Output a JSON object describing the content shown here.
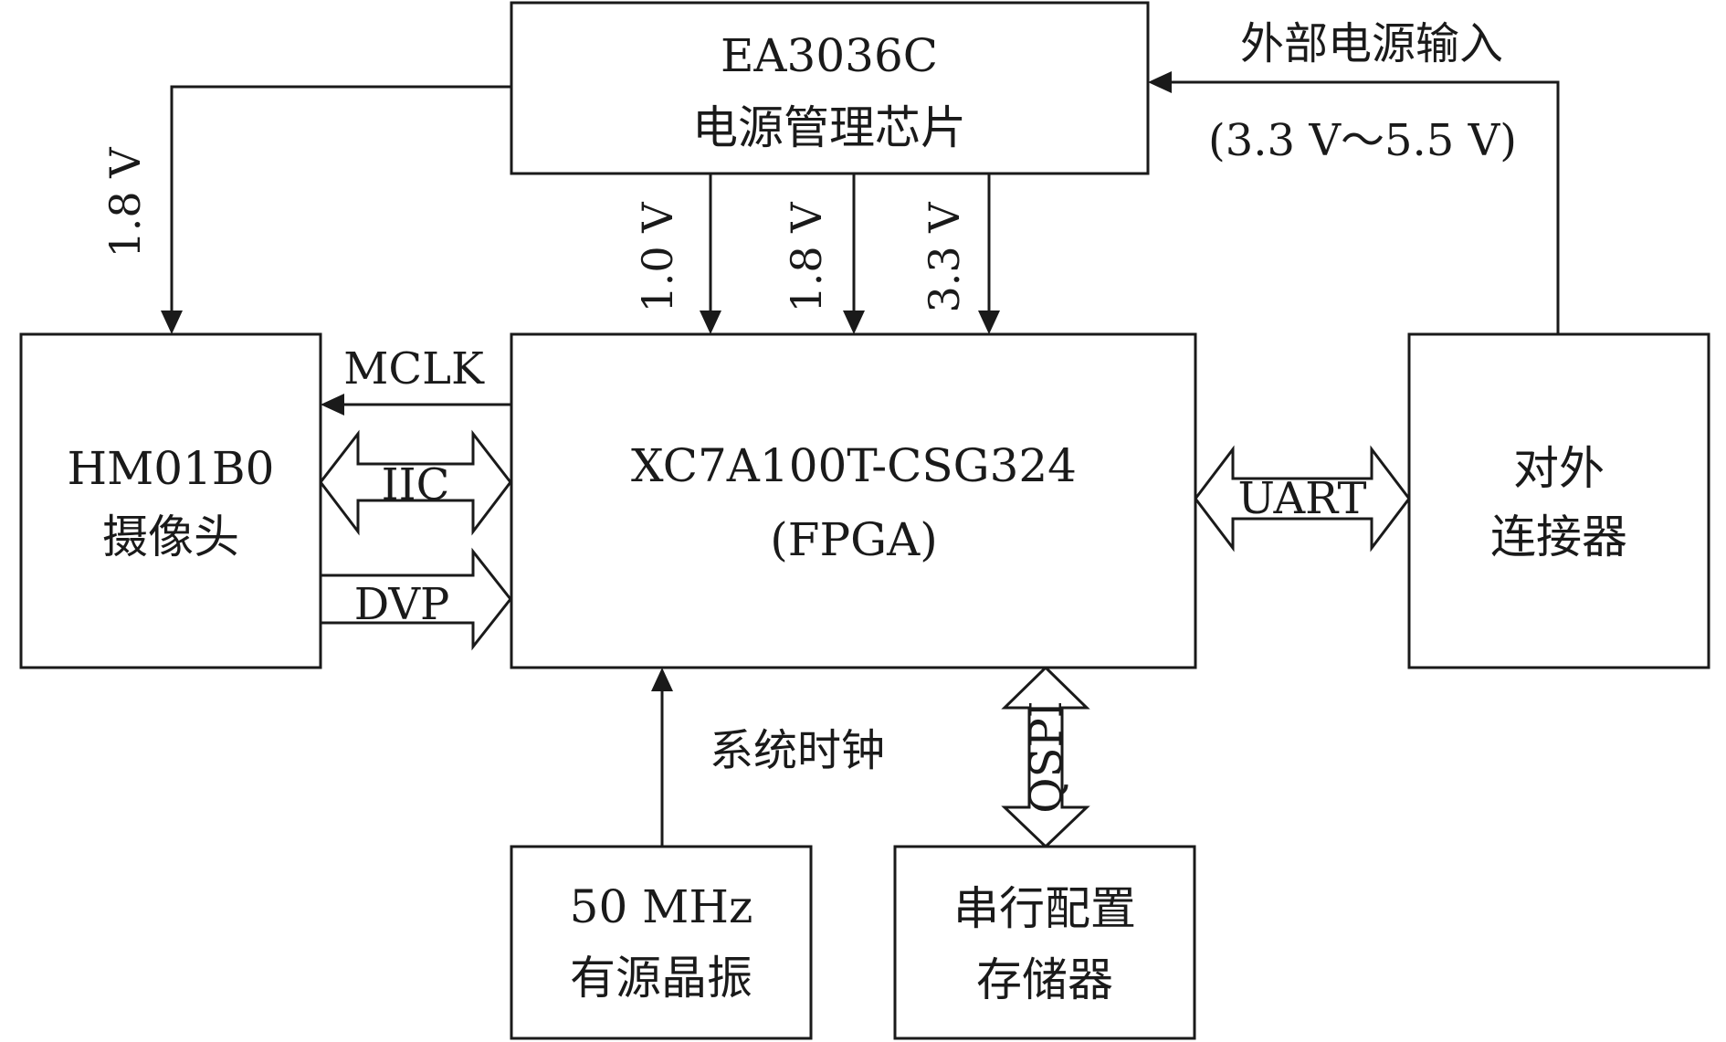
{
  "blocks": {
    "power_chip": {
      "line1": "EA3036C",
      "line2": "电源管理芯片"
    },
    "camera": {
      "line1": "HM01B0",
      "line2": "摄像头"
    },
    "fpga": {
      "line1": "XC7A100T-CSG324",
      "line2": "(FPGA)"
    },
    "connector": {
      "line1": "对外",
      "line2": "连接器"
    },
    "oscillator": {
      "line1": "50 MHz",
      "line2": "有源晶振"
    },
    "flash": {
      "line1": "串行配置",
      "line2": "存储器"
    }
  },
  "labels": {
    "ext_power": "外部电源输入",
    "ext_power_range": "(3.3 V～5.5 V)",
    "cam_voltage": "1.8 V",
    "fpga_voltages": [
      "1.0 V",
      "1.8 V",
      "3.3 V"
    ],
    "mclk": "MCLK",
    "iic": "IIC",
    "dvp": "DVP",
    "uart": "UART",
    "sys_clock": "系统时钟",
    "qspi": "QSPI"
  },
  "colors": {
    "stroke": "#1a1a1a",
    "background": "#ffffff"
  }
}
